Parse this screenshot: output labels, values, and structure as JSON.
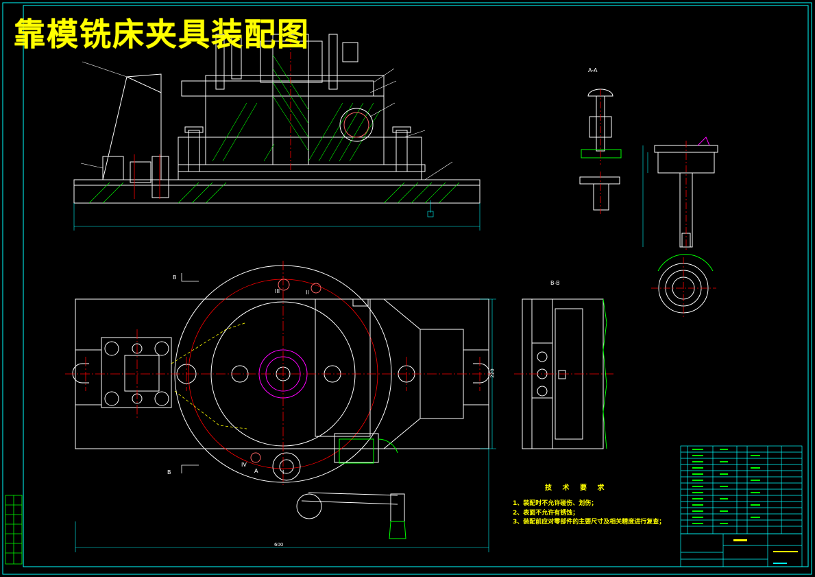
{
  "title": "靠模铣床夹具装配图",
  "views": {
    "section_aa": "A-A",
    "section_bb": "B-B",
    "marker_b_top": "B",
    "marker_b_bottom": "B",
    "marker_a": "A",
    "roman_1": "I",
    "roman_2": "II",
    "roman_3": "III",
    "roman_4": "IV"
  },
  "dimensions": {
    "width_bottom": "600",
    "height_right": "220"
  },
  "requirements": {
    "heading": "技 术 要 求",
    "items": [
      "1、装配时不允许碰伤、划伤；",
      "2、表面不允许有锈蚀；",
      "3、装配前应对零部件的主要尺寸及相关精度进行复查；"
    ]
  },
  "colors": {
    "line": "#ffffff",
    "frame": "#00ffff",
    "hatch": "#00ff00",
    "center": "#ff0000",
    "title": "#ffff00",
    "dim": "#00ffff"
  }
}
